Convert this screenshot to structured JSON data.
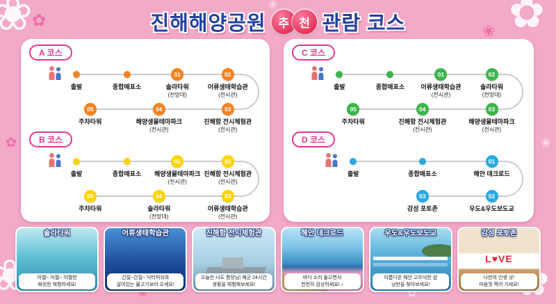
{
  "title": {
    "park": "진해해양공원",
    "badge1": "추",
    "badge2": "천",
    "suffix": "관람 코스"
  },
  "theme": {
    "background_pink": "#f3a9c8",
    "title_blue": "#24409e",
    "badge_pink": "#e6368f",
    "stamp_red": "#e63057",
    "route_line_gray": "#c9ccce"
  },
  "icons": {
    "blossom_a": "❀",
    "blossom_b": "✿"
  },
  "courses": [
    {
      "label": "A 코스",
      "dot_color": "#f5821f",
      "row1": [
        {
          "start": true,
          "label": "출발"
        },
        {
          "label": "종합매표소"
        },
        {
          "num": "01",
          "label": "솔라타워",
          "sub": "(전망대)"
        },
        {
          "num": "02",
          "label": "어류생태학습관",
          "sub": "(전시관)"
        }
      ],
      "row2": [
        {
          "num": "05",
          "label": "주차타워"
        },
        {
          "num": "04",
          "label": "해양생물테마파크",
          "sub": "(전시관)"
        },
        {
          "num": "03",
          "label": "진해함 전시체험관",
          "sub": "(전시관)"
        }
      ]
    },
    {
      "label": "B 코스",
      "dot_color": "#ffd400",
      "row1": [
        {
          "start": true,
          "label": "출발"
        },
        {
          "label": "종합매표소"
        },
        {
          "num": "01",
          "label": "해양생물테마파크",
          "sub": "(전시관)"
        },
        {
          "num": "02",
          "label": "진해함 전시체험관",
          "sub": "(전시관)"
        }
      ],
      "row2": [
        {
          "num": "05",
          "label": "주차타워"
        },
        {
          "num": "04",
          "label": "솔라타워",
          "sub": "(전망대)"
        },
        {
          "num": "03",
          "label": "어류생태학습관",
          "sub": "(전시관)"
        }
      ]
    },
    {
      "label": "C 코스",
      "dot_color": "#3bb54a",
      "row1": [
        {
          "start": true,
          "label": "출발"
        },
        {
          "label": "종합매표소"
        },
        {
          "num": "01",
          "label": "어류생태학습관",
          "sub": "(전시관)"
        },
        {
          "num": "02",
          "label": "솔라타워",
          "sub": "(전망대)"
        }
      ],
      "row2": [
        {
          "num": "05",
          "label": "주차타워"
        },
        {
          "num": "04",
          "label": "진해함 전시체험관",
          "sub": "(전시관)"
        },
        {
          "num": "03",
          "label": "해양생물테마파크",
          "sub": "(전시관)"
        }
      ]
    },
    {
      "label": "D 코스",
      "dot_color": "#29abe2",
      "row1": [
        {
          "start": true,
          "label": "출발"
        },
        {
          "label": "종합매표소"
        },
        {
          "num": "01",
          "label": "해안 데크로드"
        }
      ],
      "row2": [
        {
          "num": "03",
          "label": "감성 포토존"
        },
        {
          "num": "02",
          "label": "우도&우도보도교"
        }
      ]
    }
  ],
  "cards": [
    {
      "title": "솔라타워",
      "caption": "아찔~ 아찔~ 아찔한\n짜릿한 체험하세요!"
    },
    {
      "title": "어류생태학습관",
      "caption": "간질~간질~ 닥터피쉬와\n살아있는 물고기보러 오세요!"
    },
    {
      "title": "진해함 전시체험관",
      "caption": "오늘은 나도 함장님! 해군 24시간\n생활을 체험해보세요!"
    },
    {
      "title": "해안 데크로드",
      "caption": "바다 소리 들으면서\n천천히 감상하세요! ♪"
    },
    {
      "title": "우도&우도보도교",
      "caption": "아름다운 해안 고즈넉한 섬\n낭만을 찾아보세요!"
    },
    {
      "title": "감성 포토존",
      "caption": "나만의 인생 샷!\n마음껏 찍어 가세요!",
      "photo_text": "L♥VE"
    }
  ]
}
